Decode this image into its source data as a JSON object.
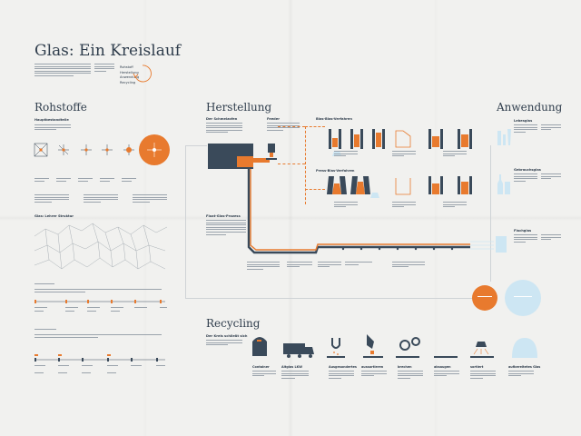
{
  "title": "Glas: Ein Kreislauf",
  "intro_list": [
    "Rohstoff",
    "Herstellung",
    "Anwendung",
    "Recycling"
  ],
  "sections": {
    "rohstoffe": "Rohstoffe",
    "herstellung": "Herstellung",
    "anwendung": "Anwendung",
    "recycling": "Recycling"
  },
  "rohstoffe": {
    "subtitle": "Hauptbestandteile",
    "struktur_label": "Glas: Lehrer Struktur"
  },
  "herstellung": {
    "schmelzofen": "Der Schmelzofen",
    "feeder": "Feeder",
    "blas_blas": "Blas-Blas-Verfahren",
    "press_blas": "Press-Blas-Verfahren",
    "float": "Float-Glas-Prozess"
  },
  "anwendung": {
    "items": [
      "Lebesglas",
      "Gebrauchsglas",
      "Flachglas"
    ]
  },
  "recycling": {
    "subtitle": "Der Kreis schließt sich",
    "steps": [
      "Container",
      "Altglas LKW",
      "Ausgesondertes",
      "aussortieren",
      "brechen",
      "absaugen",
      "sortiert",
      "aufbereitetes Glas"
    ]
  },
  "colors": {
    "accent": "#e87a2e",
    "navy": "#3a4a5a",
    "lightblue": "#cde6f3"
  }
}
